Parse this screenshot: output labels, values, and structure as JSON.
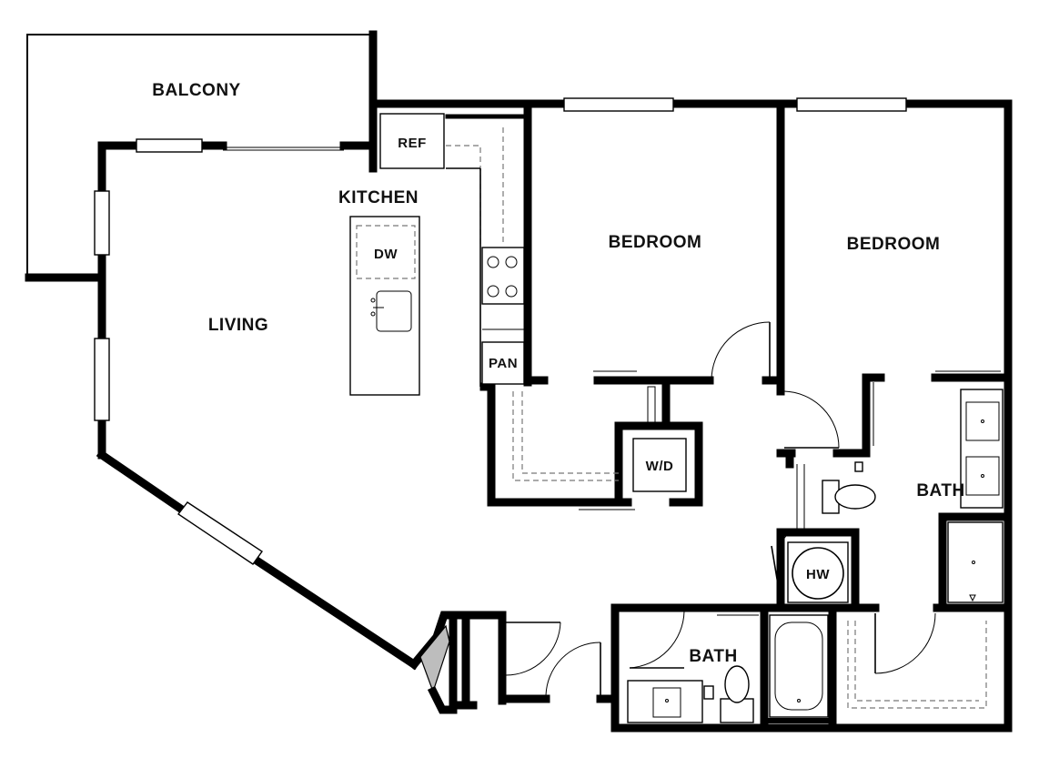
{
  "rooms": {
    "balcony": "BALCONY",
    "kitchen": "KITCHEN",
    "living": "LIVING",
    "bedroom_1": "BEDROOM",
    "bedroom_2": "BEDROOM",
    "bath_1": "BATH",
    "bath_2": "BATH"
  },
  "fixtures": {
    "refrigerator": "REF",
    "dishwasher": "DW",
    "pantry": "PAN",
    "washer_dryer": "W/D",
    "water_heater": "HW"
  }
}
